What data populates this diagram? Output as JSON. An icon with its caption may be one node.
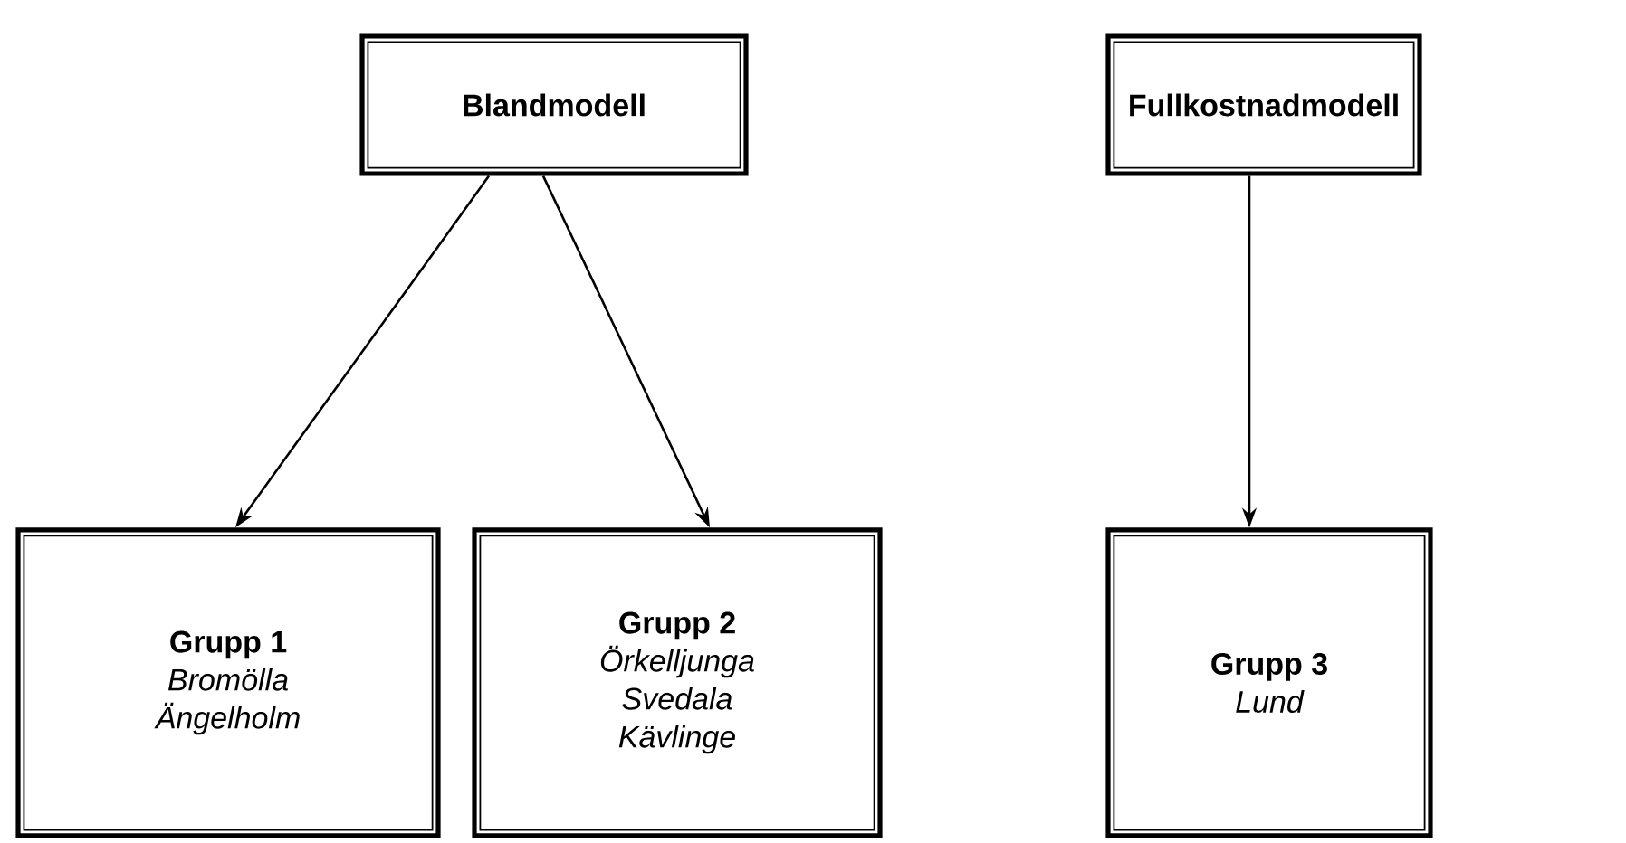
{
  "diagram": {
    "nodes": [
      {
        "text": [
          "Blandmodell"
        ]
      },
      {
        "text": [
          "Fullkostnadmodell"
        ]
      },
      {
        "text": [
          "Grupp 1",
          "Bromölla",
          "Ängelholm"
        ]
      },
      {
        "text": [
          "Grupp 2",
          "Örkelljunga",
          "Svedala",
          "Kävlinge"
        ]
      },
      {
        "text": [
          "Grupp 3",
          "Lund"
        ]
      }
    ],
    "edges": [
      {
        "from": 0,
        "to": 2,
        "arrow": "to"
      },
      {
        "from": 0,
        "to": 3,
        "arrow": "to"
      },
      {
        "from": 1,
        "to": 4,
        "arrow": "to"
      }
    ]
  }
}
